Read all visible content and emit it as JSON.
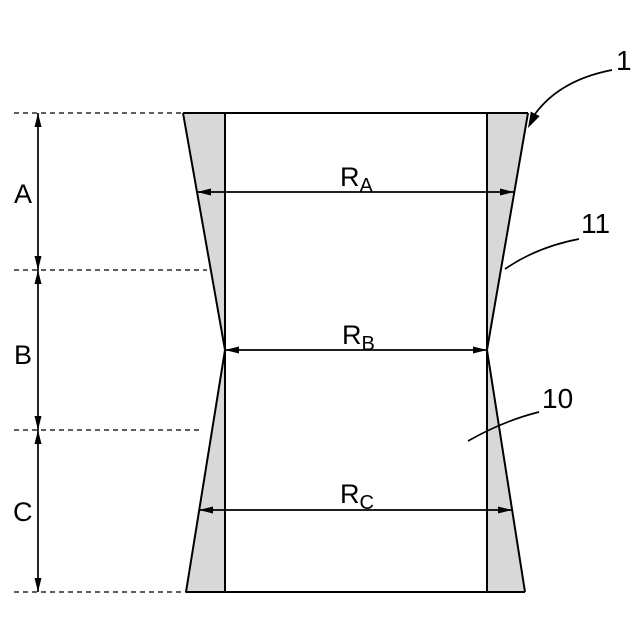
{
  "figure": {
    "section_labels": {
      "a": "A",
      "b": "B",
      "c": "C"
    },
    "dimension_labels": {
      "ra": {
        "base": "R",
        "sub": "A"
      },
      "rb": {
        "base": "R",
        "sub": "B"
      },
      "rc": {
        "base": "R",
        "sub": "C"
      }
    },
    "reference_numerals": {
      "n1": "1",
      "n11": "11",
      "n10": "10"
    },
    "colors": {
      "line": "#000000",
      "wall_fill": "#d8d8d8",
      "background": "#ffffff"
    }
  }
}
